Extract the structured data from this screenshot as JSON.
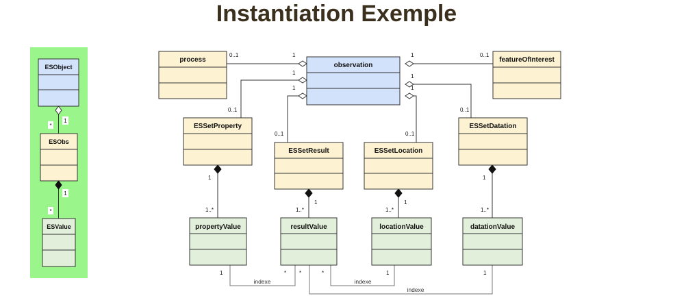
{
  "title": "Instantiation Exemple",
  "colors": {
    "yellow_fill": "#fdf3d2",
    "blue_fill": "#d3e2fb",
    "green_fill": "#e2efda",
    "legend_bg": "#9af58a",
    "line": "#333333"
  },
  "legend": {
    "es_object": "ESObject",
    "es_obs": "ESObs",
    "es_value": "ESValue",
    "mult_star_top": "*",
    "mult_one_top": "1",
    "mult_star_bottom": "*",
    "mult_one_bottom": "1"
  },
  "classes": {
    "process": "process",
    "observation": "observation",
    "feature_of_interest": "featureOfInterest",
    "es_set_property": "ESSetProperty",
    "es_set_result": "ESSetResult",
    "es_set_location": "ESSetLocation",
    "es_set_datation": "ESSetDatation",
    "property_value": "propertyValue",
    "result_value": "resultValue",
    "location_value": "locationValue",
    "datation_value": "datationValue"
  },
  "multiplicities": {
    "process_obs_0": "0..1",
    "process_obs_1": "1",
    "foi_obs_1": "1",
    "foi_obs_0": "0..1",
    "prop_obs_1": "1",
    "prop_obs_0": "0..1",
    "res_obs_1": "1",
    "res_obs_0": "0..1",
    "loc_obs_1": "1",
    "loc_obs_0": "0..1",
    "dat_obs_1": "1",
    "dat_obs_0": "0..1",
    "prop_val_1": "1",
    "prop_val_n": "1..*",
    "res_val_1": "1",
    "res_val_n": "1..*",
    "loc_val_1": "1",
    "loc_val_n": "1..*",
    "dat_val_1": "1",
    "dat_val_n": "1..*",
    "idx1_a": "1",
    "idx1_b": "*",
    "idx1_c": "*",
    "idx2_a": "*",
    "idx2_b": "1",
    "idx3_a": "1"
  },
  "associations": {
    "indexe_1": "indexe",
    "indexe_2": "indexe",
    "indexe_3": "indexe"
  }
}
